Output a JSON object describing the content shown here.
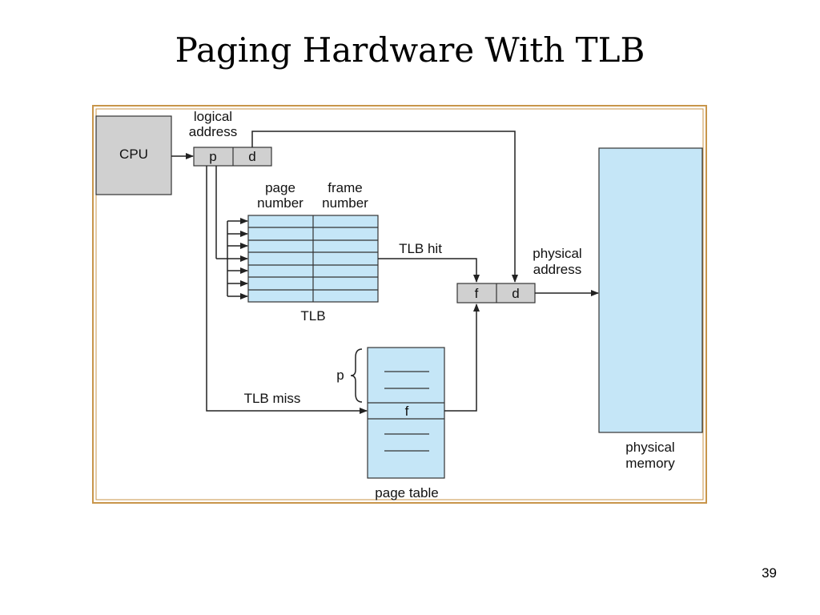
{
  "slide": {
    "title": "Paging Hardware With TLB",
    "number": "39"
  },
  "diagram": {
    "cpu_label": "CPU",
    "logical_address_label": [
      "logical",
      "address"
    ],
    "p_label": "p",
    "d_label": "d",
    "page_number_label": [
      "page",
      "number"
    ],
    "frame_number_label": [
      "frame",
      "number"
    ],
    "tlb_label": "TLB",
    "tlb_hit_label": "TLB hit",
    "tlb_miss_label": "TLB miss",
    "physical_address_label": [
      "physical",
      "address"
    ],
    "f_label": "f",
    "page_table_p_label": "p",
    "page_table_f_label": "f",
    "page_table_label": "page table",
    "physical_memory_label": [
      "physical",
      "memory"
    ]
  },
  "colors": {
    "frame_border": "#c8954a",
    "box_gray": "#d0d0d0",
    "box_blue": "#c5e6f7",
    "line": "#222222"
  }
}
